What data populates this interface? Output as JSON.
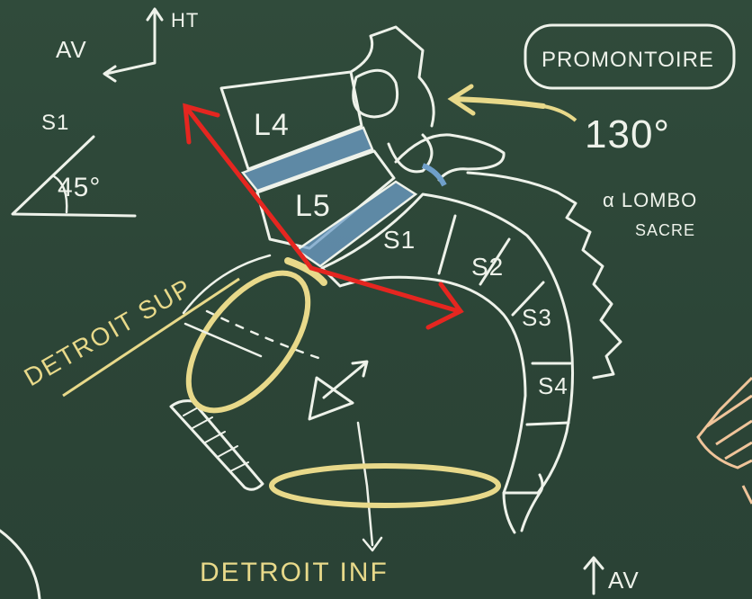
{
  "labels": {
    "orientation_top_left": "AV",
    "orientation_top_right": "HT",
    "s1_top": "S1",
    "angle_45": "45°",
    "promontoire": "PROMONTOIRE",
    "angle_130": "130°",
    "alpha_lombo_sacre_1": "α LOMBO",
    "alpha_lombo_sacre_2": "SACRE",
    "l4": "L4",
    "l5": "L5",
    "s1": "S1",
    "s2": "S2",
    "s3": "S3",
    "s4": "S4",
    "detroit_sup": "DETROIT SUP",
    "detroit_inf": "DETROIT INF",
    "bottom_av": "AV"
  },
  "colors": {
    "board": "#2f4a3a",
    "chalk_white": "#eef2ea",
    "chalk_yellow": "#e8d98a",
    "chalk_blue": "#6f9fc9",
    "red_arrow": "#e52620",
    "chalk_orange": "#f0c49a"
  }
}
